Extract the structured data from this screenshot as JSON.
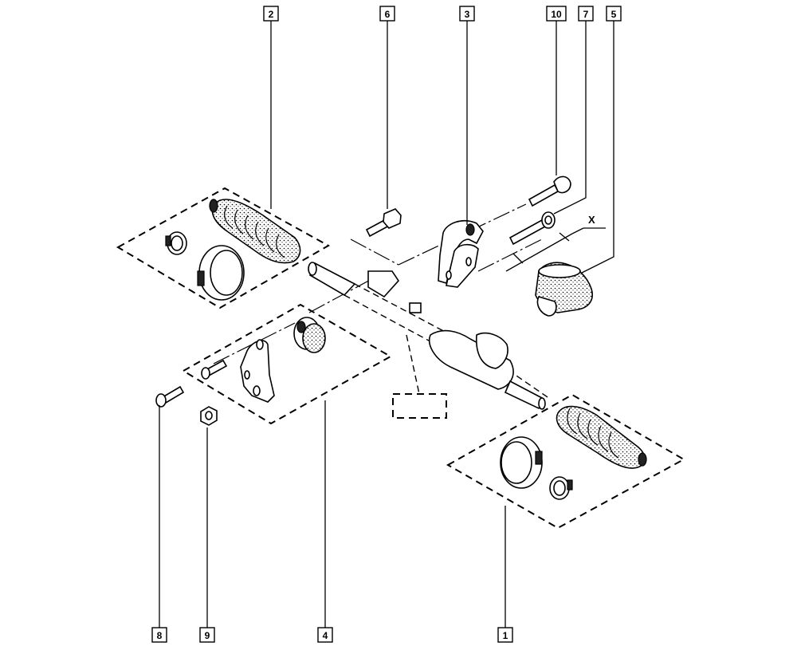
{
  "diagram": {
    "callouts": [
      {
        "id": "c2",
        "label": "2"
      },
      {
        "id": "c6",
        "label": "6"
      },
      {
        "id": "c3",
        "label": "3"
      },
      {
        "id": "c10",
        "label": "10"
      },
      {
        "id": "c7",
        "label": "7"
      },
      {
        "id": "c5",
        "label": "5"
      },
      {
        "id": "c8",
        "label": "8"
      },
      {
        "id": "c9",
        "label": "9"
      },
      {
        "id": "c4",
        "label": "4"
      },
      {
        "id": "c1",
        "label": "1"
      }
    ],
    "dimension_label": "X"
  }
}
